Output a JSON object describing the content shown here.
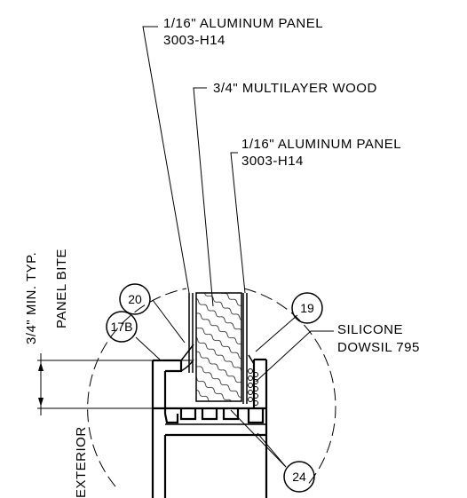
{
  "labels": {
    "panel_top": {
      "line1": "1/16\" ALUMINUM PANEL",
      "line2": "3003-H14"
    },
    "wood": "3/4\" MULTILAYER WOOD",
    "panel_right": {
      "line1": "1/16\" ALUMINUM PANEL",
      "line2": "3003-H14"
    },
    "silicone": {
      "line1": "SILICONE",
      "line2": "DOWSIL 795"
    },
    "min_typ": "3/4\" MIN. TYP.",
    "panel_bite": "PANEL BITE",
    "exterior": "EXTERIOR"
  },
  "callouts": {
    "c20": "20",
    "c17b": "17B",
    "c19": "19",
    "c24": "24"
  }
}
